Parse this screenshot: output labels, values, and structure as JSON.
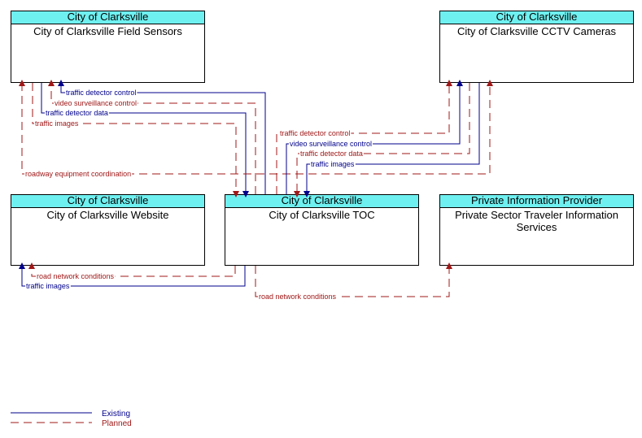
{
  "nodes": {
    "field_sensors": {
      "header": "City of Clarksville",
      "name": "City of Clarksville Field Sensors"
    },
    "cctv": {
      "header": "City of Clarksville",
      "name": "City of Clarksville CCTV Cameras"
    },
    "website": {
      "header": "City of Clarksville",
      "name": "City of Clarksville Website"
    },
    "toc": {
      "header": "City of Clarksville",
      "name": "City of Clarksville TOC"
    },
    "private": {
      "header": "Private Information Provider",
      "name": "Private Sector Traveler Information Services"
    }
  },
  "flows": {
    "fs_detector_control": "traffic detector control",
    "fs_video_control": "video surveillance control",
    "fs_detector_data": "traffic detector data",
    "fs_images": "traffic images",
    "roadway_coord": "roadway equipment coordination",
    "cctv_detector_control": "traffic detector control",
    "cctv_video_control": "video surveillance control",
    "cctv_detector_data": "traffic detector data",
    "cctv_images": "traffic images",
    "web_road_conditions": "road network conditions",
    "web_images": "traffic images",
    "private_road_conditions": "road network conditions"
  },
  "legend": {
    "existing": "Existing",
    "planned": "Planned"
  },
  "colors": {
    "existing": "#00008b",
    "planned": "#a01818",
    "header": "#6ff0f0"
  }
}
